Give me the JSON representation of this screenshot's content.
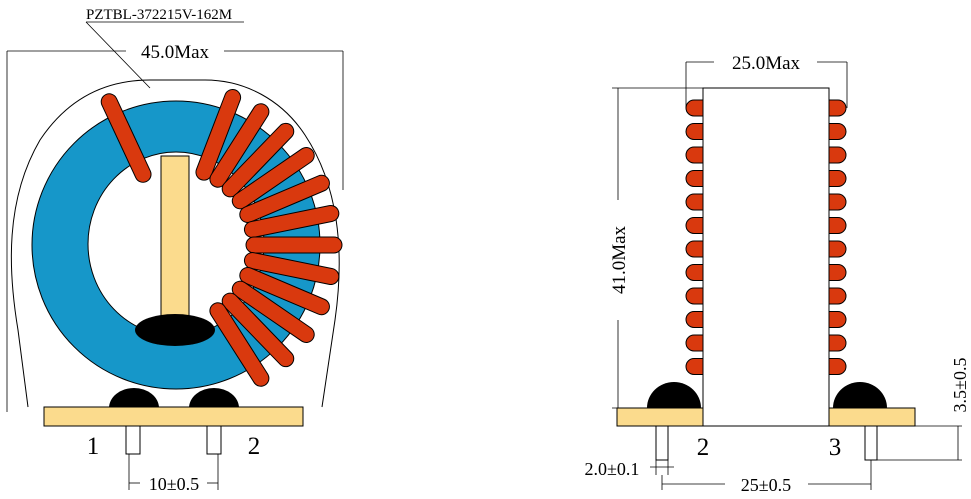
{
  "part_number": "PZTBL-372215V-162M",
  "front_view": {
    "width_dim": "45.0Max",
    "pin_pitch_dim": "10±0.5",
    "pin_labels": [
      "1",
      "2"
    ]
  },
  "side_view": {
    "width_dim": "25.0Max",
    "height_dim": "41.0Max",
    "base_height_dim": "3.5±0.5",
    "pin_dia_dim": "2.0±0.1",
    "pin_pitch_dim": "25±0.5",
    "pin_labels": [
      "2",
      "3"
    ]
  },
  "colors": {
    "core": "#1697C9",
    "winding": "#D9390E",
    "base": "#FBDB8D",
    "blob": "#000000",
    "line": "#000000"
  }
}
